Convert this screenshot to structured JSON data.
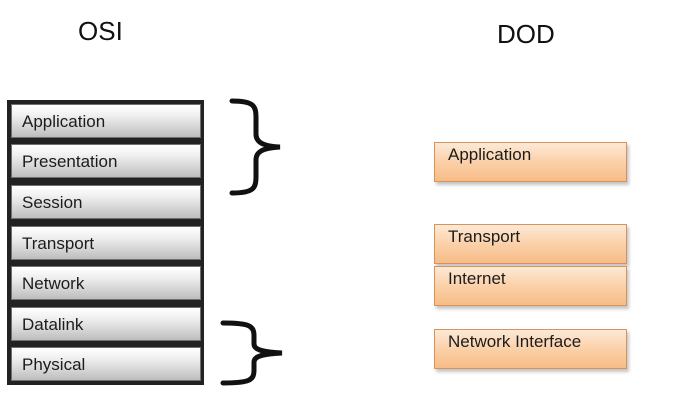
{
  "titles": {
    "osi": "OSI",
    "dod": "DOD"
  },
  "osi_layers": [
    "Application",
    "Presentation",
    "Session",
    "Transport",
    "Network",
    "Datalink",
    "Physical"
  ],
  "dod_layers": [
    "Application",
    "Transport",
    "Internet",
    "Network Interface"
  ],
  "colors": {
    "osi_fill": "#d4d4d4",
    "dod_fill": "#fbd3ad",
    "brace": "#111111"
  }
}
